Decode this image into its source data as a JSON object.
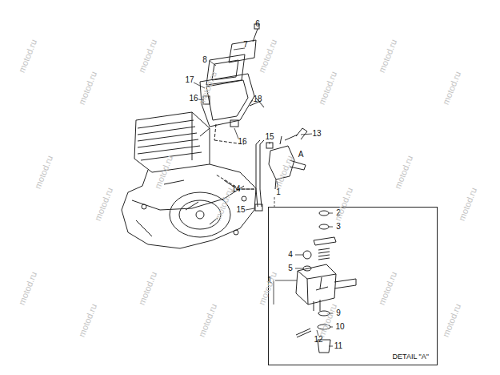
{
  "diagram": {
    "nodes": [
      {
        "text": [
          "DETAIL \"A\""
        ]
      }
    ],
    "labels": [
      "6",
      "7",
      "8",
      "17",
      "16",
      "18",
      "16",
      "15",
      "13",
      "A",
      "14",
      "1",
      "15",
      "2",
      "3",
      "4",
      "5",
      "1",
      "9",
      "10",
      "12",
      "11",
      "motod.ru",
      "motod.ru",
      "motod.ru",
      "motod.ru",
      "motod.ru",
      "motod.ru",
      "motod.ru",
      "motod.ru",
      "motod.ru",
      "motod.ru",
      "motod.ru",
      "motod.ru",
      "motod.ru",
      "motod.ru",
      "motod.ru",
      "motod.ru",
      "motod.ru",
      "motod.ru",
      "motod.ru",
      "motod.ru",
      "motod.ru",
      "motod.ru",
      "motod.ru",
      "motod.ru"
    ]
  }
}
